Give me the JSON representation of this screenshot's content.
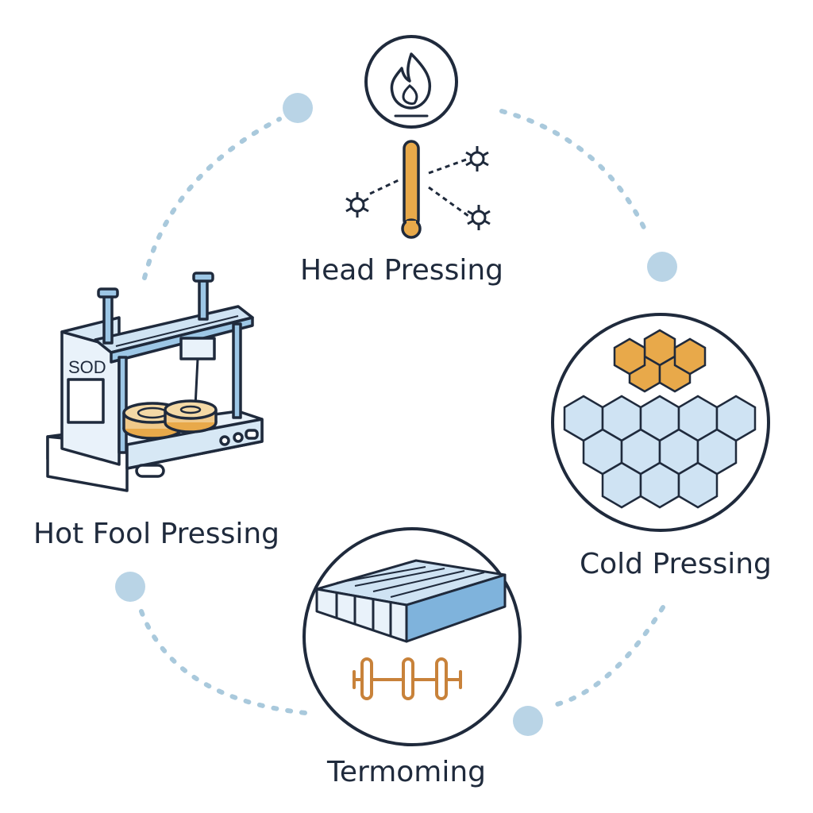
{
  "labels": {
    "head_pressing": "Head Pressing",
    "hot_fool_pressing": "Hot Fool Pressing",
    "cold_pressing": "Cold Pressing",
    "termoming": "Termoming"
  },
  "machine_panel_text": "SOD",
  "icons": {
    "head": [
      "flame-icon",
      "thermometer-icon",
      "molecule-icon"
    ],
    "hot": [
      "press-machine-icon"
    ],
    "cold": [
      "honeycomb-icon"
    ],
    "term": [
      "sheet-icon",
      "heating-element-icon"
    ]
  },
  "colors": {
    "ink": "#1f2a3c",
    "light_blue": "#cfe3f3",
    "mid_blue": "#9dc7e6",
    "dot_blue": "#b9d4e6",
    "orange": "#e8a94a",
    "copper": "#c8823a"
  }
}
